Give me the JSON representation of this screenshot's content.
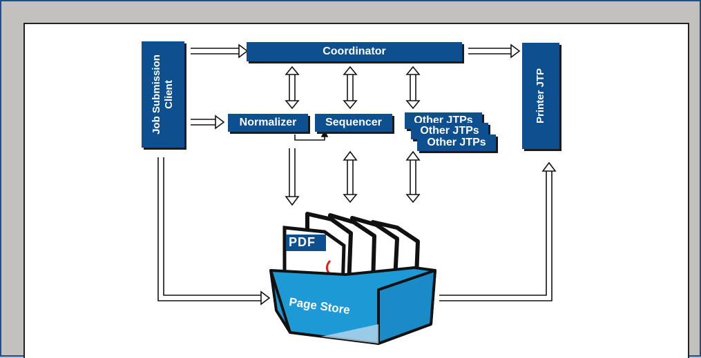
{
  "diagram": {
    "components": {
      "job_client": "Job Submission\nClient",
      "coordinator": "Coordinator",
      "normalizer": "Normalizer",
      "sequencer": "Sequencer",
      "other_jtps": [
        "Other JTPs",
        "Other JTPs",
        "Other JTPs"
      ],
      "printer": "Printer JTP",
      "page_store": "Page Store",
      "pdf_label": "PDF"
    },
    "colors": {
      "box_fill": "#0d4f8f",
      "store_blue": "#1d9ad6",
      "frame": "#1f4e8e",
      "background": "#c3c1bd"
    }
  }
}
